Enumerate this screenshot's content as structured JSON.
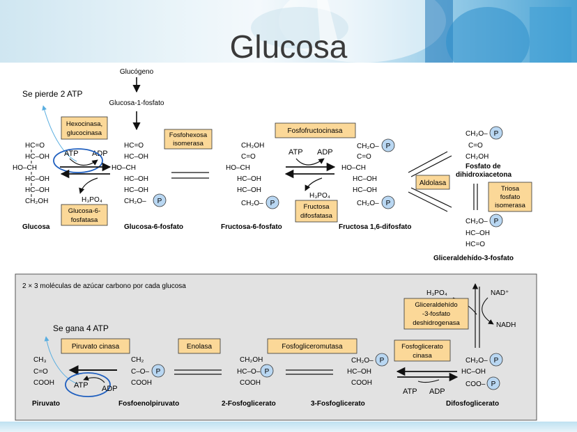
{
  "slide_title": "Glucosa",
  "notes": {
    "lost": "Se pierde 2 ATP",
    "gained": "Se gana 4 ATP"
  },
  "top": {
    "glycogen": "Glucógeno",
    "g1p": "Glucosa-1-fosfato",
    "enzymes": {
      "hexokinase": [
        "Hexocinasa,",
        "glucocinasa"
      ],
      "g6pase": [
        "Glucosa-6-",
        "fosfatasa"
      ],
      "phi": [
        "Fosfohexosa",
        "isomerasa"
      ],
      "pfk": "Fosfofructocinasa",
      "fbpase": [
        "Fructosa",
        "difosfatasa"
      ],
      "aldolase": "Aldolasa",
      "tpi": [
        "Triosa",
        "fosfato",
        "isomerasa"
      ]
    },
    "cofactors": {
      "atp": "ATP",
      "adp": "ADP",
      "h3po4": "H₃PO₄"
    },
    "names": {
      "glucose": "Glucosa",
      "g6p": "Glucosa-6-fosfato",
      "f6p": "Fructosa-6-fosfato",
      "f16bp": "Fructosa 1,6-difosfato",
      "dhap": [
        "Fosfato de",
        "dihidroxiacetona"
      ],
      "g3p": "Gliceraldehído-3-fosfato"
    }
  },
  "bottom": {
    "caption": "2 × 3 moléculas de azúcar carbono por cada glucosa",
    "enzymes": {
      "pk": "Piruvato cinasa",
      "enolase": "Enolasa",
      "pgm": "Fosfogliceromutasa",
      "pgk": [
        "Fosfoglicerato",
        "cinasa"
      ],
      "gapdh": [
        "Gliceraldehído",
        "-3-fosfato",
        "deshidrogenasa"
      ]
    },
    "cofactors": {
      "atp": "ATP",
      "adp": "ADP",
      "h3po4": "H₃PO₄",
      "nad": "NAD⁺",
      "nadh": "NADH"
    },
    "names": {
      "pyruvate": "Piruvato",
      "pep": "Fosfoenolpiruvato",
      "pg2": "2-Fosfoglicerato",
      "pg3": "3-Fosfoglicerato",
      "bpg": "Difosfoglicerato"
    }
  },
  "colors": {
    "enzyme_fill": "#fbd898",
    "phosphate_fill": "#b9d7f2",
    "annotation_blue": "#1f5fbf",
    "arrow_light_blue": "#5aaee0"
  }
}
